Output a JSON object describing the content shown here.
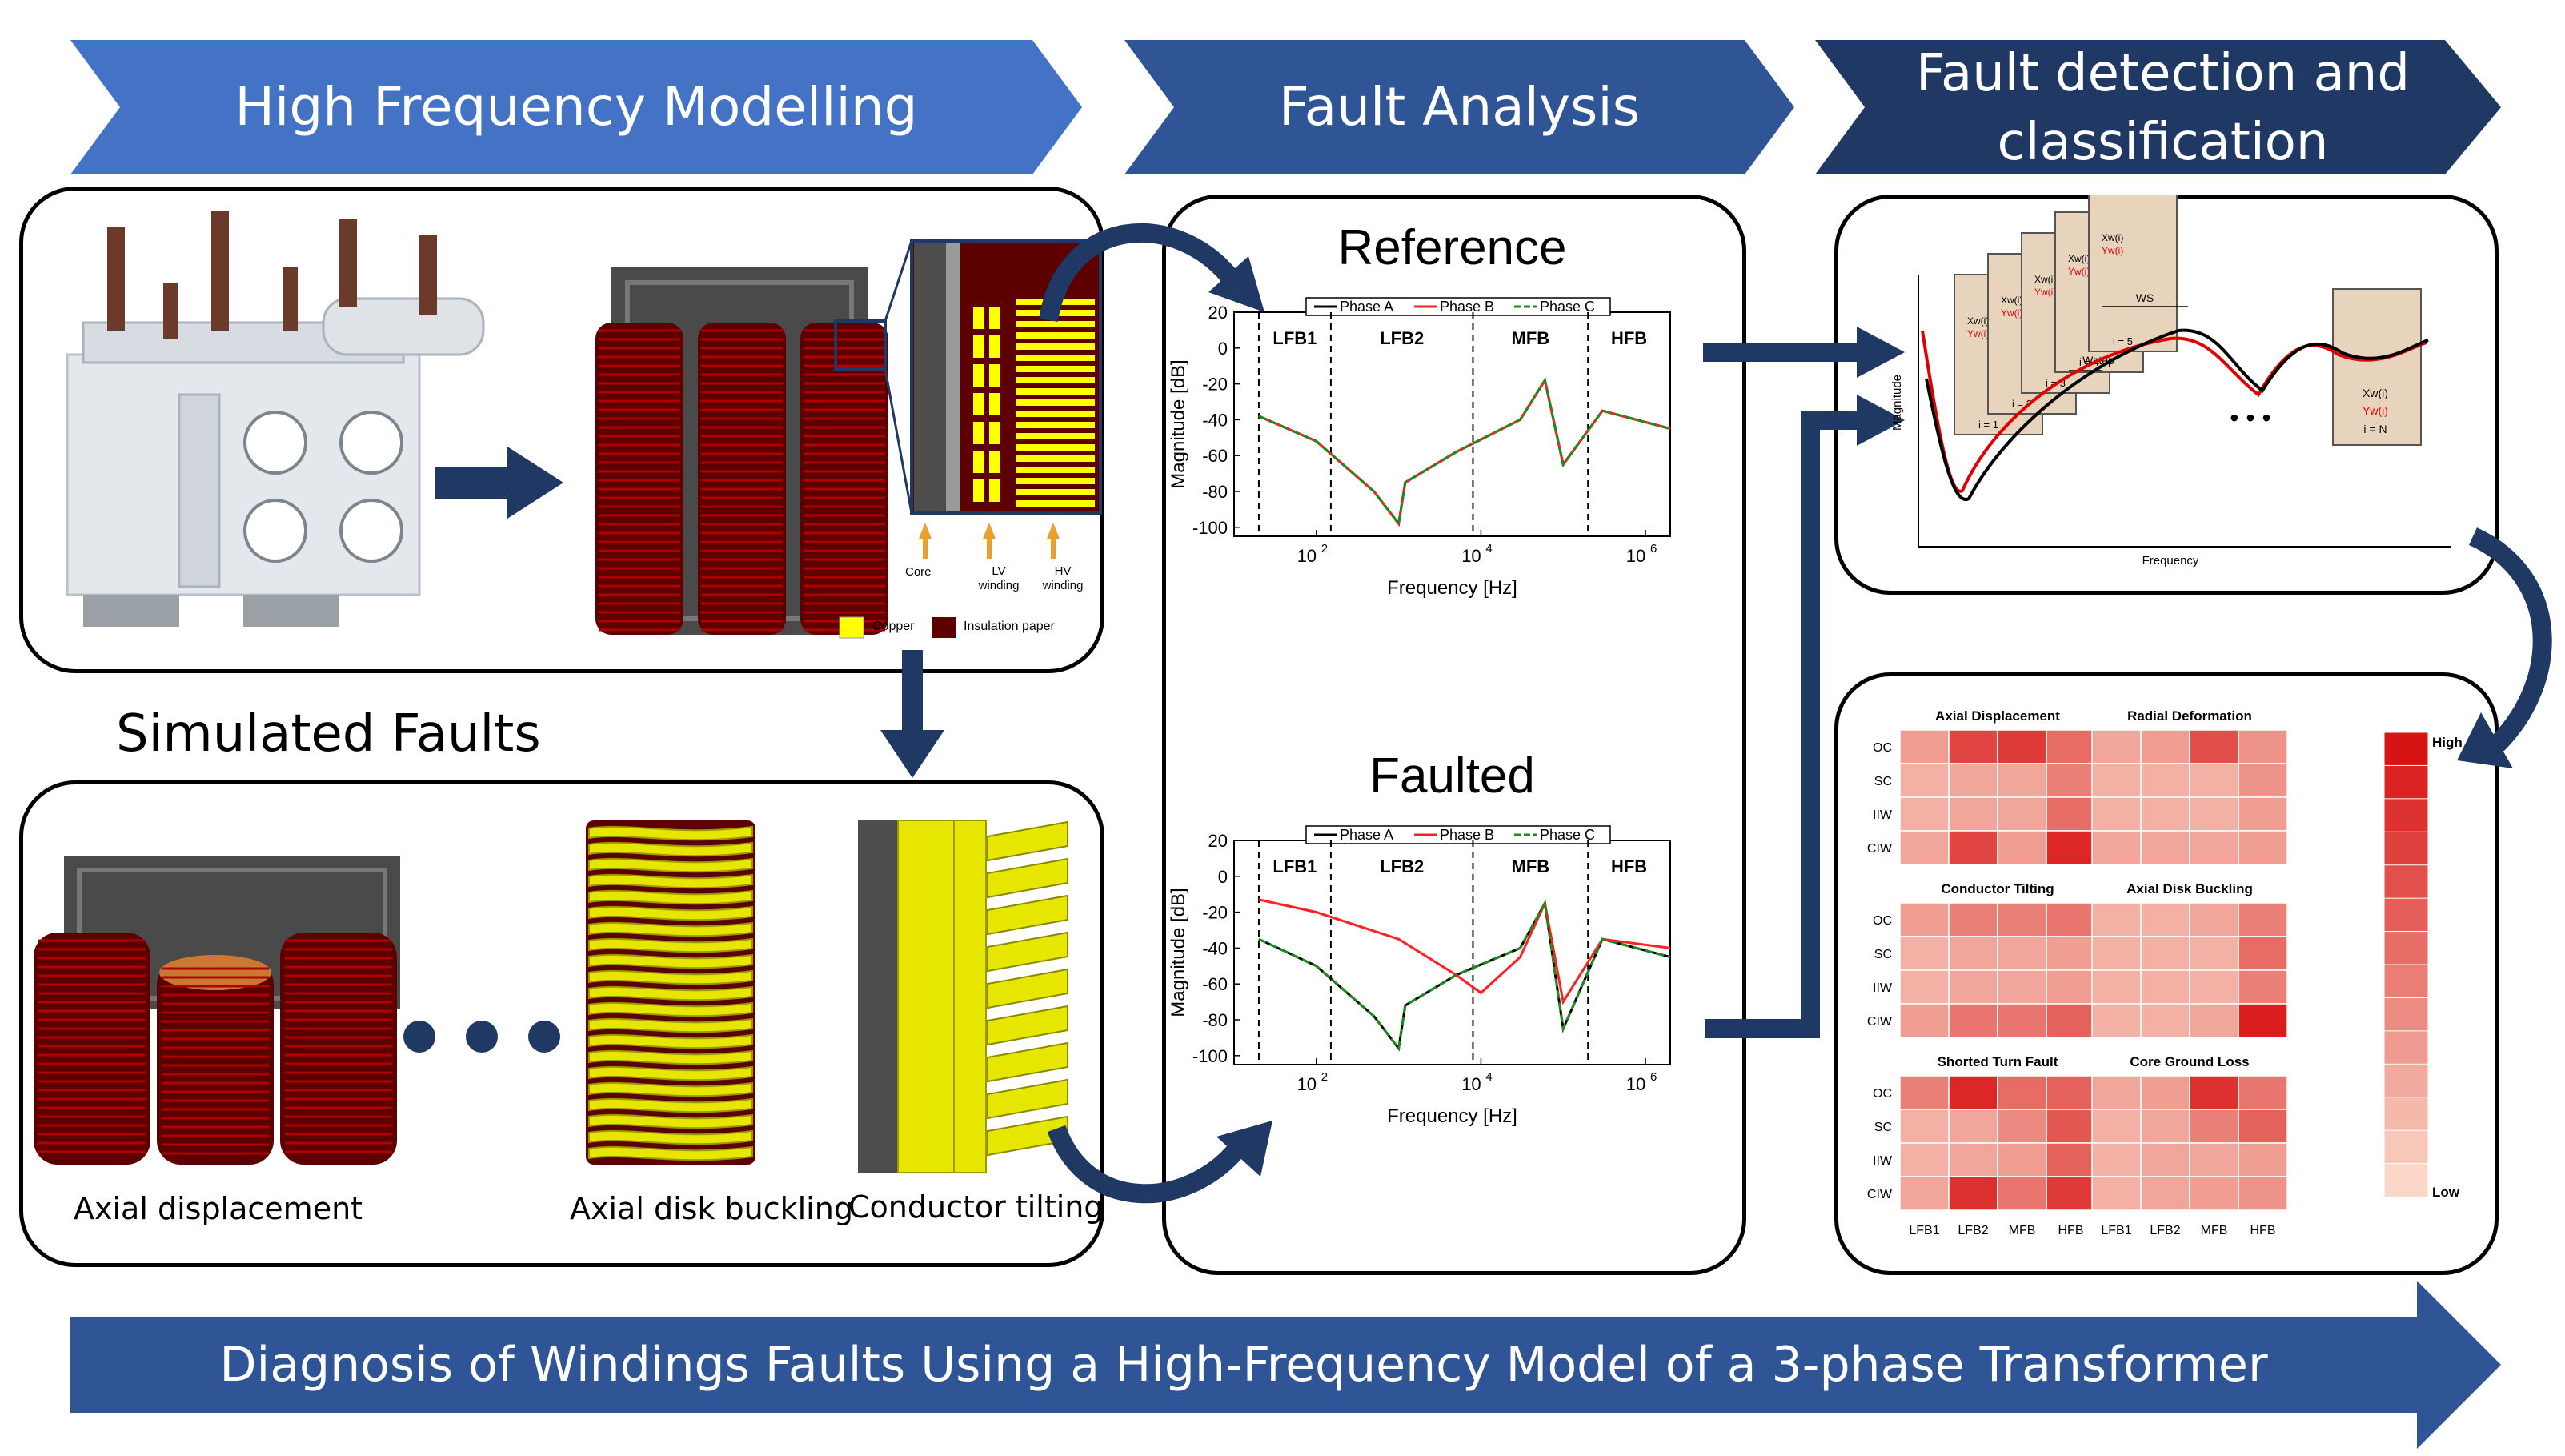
{
  "headers": {
    "modelling": "High Frequency Modelling",
    "analysis": "Fault Analysis",
    "detection_line1": "Fault detection and",
    "detection_line2": "classification",
    "footer": "Diagnosis of Windings Faults Using a High-Frequency Model of a 3-phase Transformer"
  },
  "colors": {
    "chevron_light": "#4472c4",
    "chevron_mid": "#2f5597",
    "chevron_dark": "#203864",
    "footer": "#2f5597",
    "arrow": "#1f3864",
    "copper": "#ffff00",
    "insulation": "#5c0000",
    "core": "#555555",
    "phase_a": "#000000",
    "phase_b": "#ff2020",
    "phase_c": "#1a8c1a"
  },
  "winding_detail": {
    "core": "Core",
    "lv": "LV",
    "lv2": "winding",
    "hv": "HV",
    "hv2": "winding",
    "legend_copper": "Copper",
    "legend_insulation": "Insulation paper"
  },
  "simulated": {
    "title": "Simulated Faults",
    "axial_displacement": "Axial displacement",
    "axial_disk_buckling": "Axial disk buckling",
    "conductor_tilting": "Conductor tilting"
  },
  "chart_data": [
    {
      "type": "line",
      "title": "Reference",
      "xlabel": "Frequency [Hz]",
      "ylabel": "Magnitude [dB]",
      "x_scale": "log",
      "xlim": [
        10,
        2000000
      ],
      "ylim": [
        -105,
        20
      ],
      "x_ticks": [
        "10",
        "2",
        "10",
        "4",
        "10",
        "6"
      ],
      "y_ticks": [
        20,
        0,
        -20,
        -40,
        -60,
        -80,
        -100
      ],
      "bands": [
        "LFB1",
        "LFB2",
        "MFB",
        "HFB"
      ],
      "band_edges_hz": [
        20,
        150,
        8000,
        200000
      ],
      "legend": [
        "Phase A",
        "Phase B",
        "Phase C"
      ],
      "legend_position": "top",
      "series": [
        {
          "name": "Phase A",
          "x": [
            20,
            100,
            500,
            1000,
            1200,
            5000,
            30000,
            60000,
            100000,
            300000,
            2000000
          ],
          "y": [
            -38,
            -52,
            -80,
            -98,
            -75,
            -58,
            -40,
            -18,
            -65,
            -35,
            -45
          ]
        },
        {
          "name": "Phase B",
          "x": [
            20,
            100,
            500,
            1000,
            1200,
            5000,
            30000,
            60000,
            100000,
            300000,
            2000000
          ],
          "y": [
            -38,
            -52,
            -80,
            -98,
            -75,
            -58,
            -40,
            -18,
            -65,
            -35,
            -45
          ]
        },
        {
          "name": "Phase C",
          "x": [
            20,
            100,
            500,
            1000,
            1200,
            5000,
            30000,
            60000,
            100000,
            300000,
            2000000
          ],
          "y": [
            -38,
            -52,
            -80,
            -98,
            -75,
            -58,
            -40,
            -18,
            -65,
            -35,
            -45
          ]
        }
      ]
    },
    {
      "type": "line",
      "title": "Faulted",
      "xlabel": "Frequency [Hz]",
      "ylabel": "Magnitude [dB]",
      "x_scale": "log",
      "xlim": [
        10,
        2000000
      ],
      "ylim": [
        -105,
        20
      ],
      "x_ticks": [
        "10",
        "2",
        "10",
        "4",
        "10",
        "6"
      ],
      "y_ticks": [
        20,
        0,
        -20,
        -40,
        -60,
        -80,
        -100
      ],
      "bands": [
        "LFB1",
        "LFB2",
        "MFB",
        "HFB"
      ],
      "band_edges_hz": [
        20,
        150,
        8000,
        200000
      ],
      "legend": [
        "Phase A",
        "Phase B",
        "Phase C"
      ],
      "legend_position": "top",
      "series": [
        {
          "name": "Phase A",
          "x": [
            20,
            100,
            500,
            1000,
            1200,
            5000,
            30000,
            60000,
            100000,
            300000,
            2000000
          ],
          "y": [
            -35,
            -50,
            -78,
            -96,
            -72,
            -55,
            -40,
            -15,
            -85,
            -35,
            -45
          ]
        },
        {
          "name": "Phase B",
          "x": [
            20,
            100,
            1000,
            5000,
            10000,
            30000,
            60000,
            100000,
            300000,
            2000000
          ],
          "y": [
            -13,
            -20,
            -35,
            -55,
            -65,
            -45,
            -15,
            -70,
            -35,
            -40
          ]
        },
        {
          "name": "Phase C",
          "x": [
            20,
            100,
            500,
            1000,
            1200,
            5000,
            30000,
            60000,
            100000,
            300000,
            2000000
          ],
          "y": [
            -35,
            -50,
            -78,
            -96,
            -72,
            -55,
            -40,
            -15,
            -85,
            -35,
            -45
          ]
        }
      ]
    }
  ],
  "detection": {
    "xlabel": "Frequency",
    "ylabel": "Magnitude",
    "ws": "WS",
    "wstep": "Wstep",
    "xw": "Xw(i)",
    "yw": "Yw(i)",
    "windows": [
      "i = 1",
      "i = 2",
      "i = 3",
      "i = 4",
      "i = 5"
    ],
    "last_window": "i = N",
    "ellipsis": "• • •"
  },
  "heatmaps": {
    "rows": [
      "OC",
      "SC",
      "IIW",
      "CIW"
    ],
    "cols": [
      "LFB1",
      "LFB2",
      "MFB",
      "HFB"
    ],
    "scale_high": "High",
    "scale_low": "Low",
    "panels": [
      {
        "title": "Axial Displacement",
        "values": [
          [
            0.3,
            0.75,
            0.8,
            0.55
          ],
          [
            0.2,
            0.25,
            0.25,
            0.45
          ],
          [
            0.2,
            0.25,
            0.25,
            0.55
          ],
          [
            0.25,
            0.75,
            0.3,
            0.9
          ]
        ]
      },
      {
        "title": "Radial Deformation",
        "values": [
          [
            0.25,
            0.3,
            0.7,
            0.35
          ],
          [
            0.2,
            0.2,
            0.2,
            0.35
          ],
          [
            0.2,
            0.2,
            0.2,
            0.3
          ],
          [
            0.25,
            0.25,
            0.25,
            0.3
          ]
        ]
      },
      {
        "title": "Conductor Tilting",
        "values": [
          [
            0.3,
            0.45,
            0.45,
            0.5
          ],
          [
            0.2,
            0.25,
            0.25,
            0.3
          ],
          [
            0.2,
            0.25,
            0.25,
            0.3
          ],
          [
            0.3,
            0.5,
            0.5,
            0.6
          ]
        ]
      },
      {
        "title": "Axial Disk Buckling",
        "values": [
          [
            0.2,
            0.2,
            0.25,
            0.45
          ],
          [
            0.2,
            0.2,
            0.2,
            0.55
          ],
          [
            0.2,
            0.2,
            0.2,
            0.45
          ],
          [
            0.2,
            0.2,
            0.25,
            0.95
          ]
        ]
      },
      {
        "title": "Shorted Turn Fault",
        "values": [
          [
            0.45,
            0.9,
            0.55,
            0.6
          ],
          [
            0.2,
            0.25,
            0.4,
            0.65
          ],
          [
            0.2,
            0.25,
            0.3,
            0.6
          ],
          [
            0.25,
            0.85,
            0.5,
            0.8
          ]
        ]
      },
      {
        "title": "Core Ground Loss",
        "values": [
          [
            0.25,
            0.3,
            0.85,
            0.5
          ],
          [
            0.2,
            0.25,
            0.45,
            0.6
          ],
          [
            0.2,
            0.25,
            0.25,
            0.3
          ],
          [
            0.2,
            0.25,
            0.3,
            0.35
          ]
        ]
      }
    ]
  }
}
